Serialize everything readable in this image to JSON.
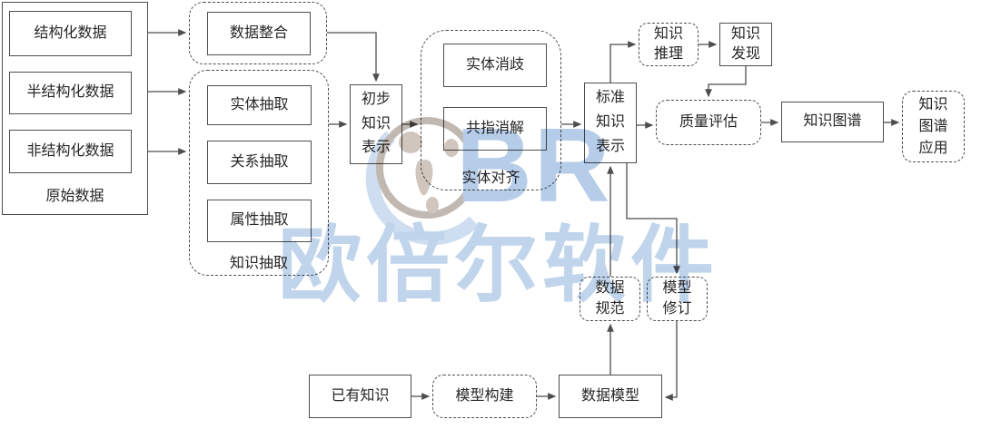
{
  "nodes": {
    "structured_data": "结构化数据",
    "semi_structured_data": "半结构化数据",
    "unstructured_data": "非结构化数据",
    "raw_data": "原始数据",
    "data_integration": "数据整合",
    "entity_extraction": "实体抽取",
    "relation_extraction": "关系抽取",
    "attribute_extraction": "属性抽取",
    "knowledge_extraction": "知识抽取",
    "preliminary_knowledge_representation": "初步\n知识\n表示",
    "entity_disambiguation": "实体消歧",
    "coreference_resolution": "共指消解",
    "entity_alignment": "实体对齐",
    "standard_knowledge_representation": "标准\n知识\n表示",
    "knowledge_reasoning": "知识\n推理",
    "knowledge_discovery": "知识\n发现",
    "quality_evaluation": "质量评估",
    "knowledge_graph": "知识图谱",
    "knowledge_graph_application": "知识\n图谱\n应用",
    "data_specification": "数据\n规范",
    "model_revision": "模型\n修订",
    "existing_knowledge": "已有知识",
    "model_building": "模型构建",
    "data_model": "数据模型"
  },
  "watermark": {
    "brand_text": "欧倍尔软件",
    "logo_letters": "BR",
    "text_color": "#c0d4ec",
    "logo_ring_color": "#b7aca4",
    "logo_land_color": "#c9bdb3"
  },
  "colors": {
    "line": "#4e4e4e",
    "box_border": "#4e4e4e",
    "text": "#262626",
    "background": "#ffffff"
  }
}
